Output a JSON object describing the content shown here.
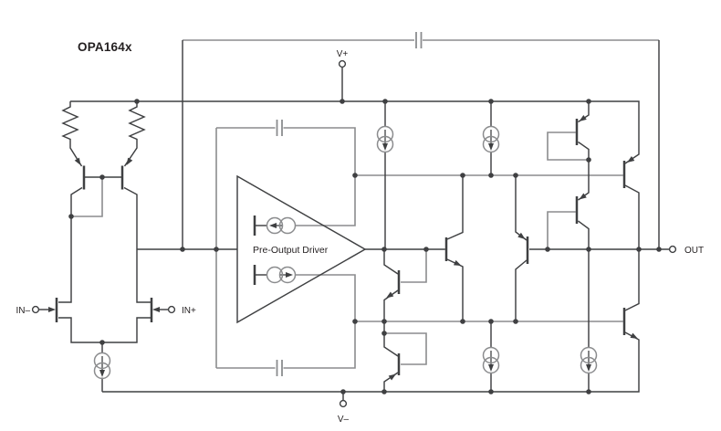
{
  "schematic": {
    "part_label": "OPA164x",
    "pre_output_driver_label": "Pre-Output Driver",
    "terminals": {
      "v_plus": "V+",
      "v_minus": "V–",
      "in_minus": "IN–",
      "in_plus": "IN+",
      "out": "OUT"
    },
    "colors": {
      "background": "#ffffff",
      "wire": "#3f4042",
      "wire_light": "#8b8c8e",
      "text": "#231f20"
    }
  }
}
